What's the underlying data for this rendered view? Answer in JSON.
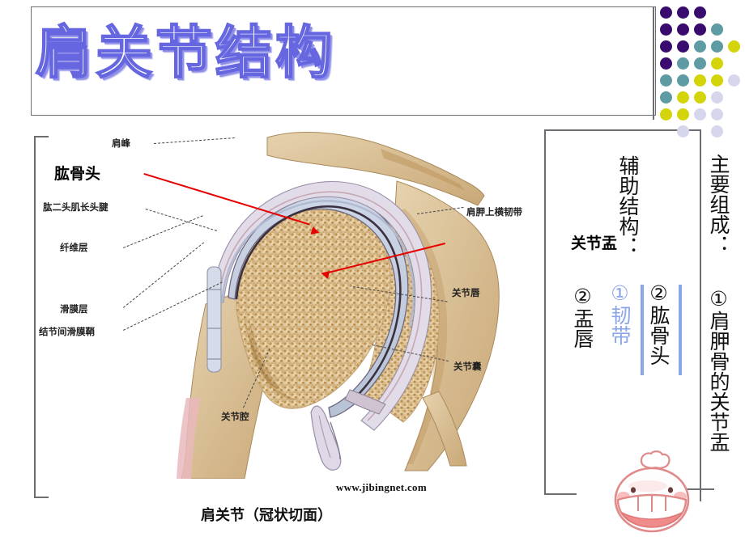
{
  "slide": {
    "title": "肩关节结构",
    "caption": "肩关节（冠状切面）",
    "watermark": "www.jibingnet.com"
  },
  "decoration": {
    "name": "dot-grid",
    "colors": {
      "purple": "#3a0b6e",
      "teal": "#5f9ba2",
      "yellow": "#d4d40a",
      "lavender": "#d6d6ec"
    },
    "rows": [
      [
        "purple",
        "purple",
        "purple",
        null,
        null
      ],
      [
        "purple",
        "purple",
        "purple",
        "teal",
        null
      ],
      [
        "purple",
        "purple",
        "teal",
        "teal",
        "yellow"
      ],
      [
        "purple",
        "teal",
        "teal",
        "yellow",
        null
      ],
      [
        "teal",
        "teal",
        "yellow",
        "yellow",
        "lavender"
      ],
      [
        "teal",
        "yellow",
        "yellow",
        "lavender",
        null
      ],
      [
        "yellow",
        "yellow",
        "lavender",
        "lavender",
        null
      ],
      [
        null,
        "lavender",
        null,
        "lavender",
        null
      ]
    ]
  },
  "figure": {
    "name": "shoulder-joint-coronal-section",
    "labels": [
      {
        "id": "acromion",
        "text": "肩峰",
        "style": "thin"
      },
      {
        "id": "humeral-head",
        "text": "肱骨头",
        "style": "bold-red-arrow"
      },
      {
        "id": "biceps-tendon",
        "text": "肱二头肌长头腱",
        "style": "thin"
      },
      {
        "id": "fibrous-layer",
        "text": "纤维层",
        "style": "thin"
      },
      {
        "id": "synovial-layer",
        "text": "滑膜层",
        "style": "thin"
      },
      {
        "id": "intertubercular-sheath",
        "text": "结节间滑膜鞘",
        "style": "thin"
      },
      {
        "id": "suprascapular-ligament",
        "text": "肩胛上横韧带",
        "style": "thin"
      },
      {
        "id": "glenoid",
        "text": "关节盂",
        "style": "bold-red-arrow"
      },
      {
        "id": "labrum",
        "text": "关节唇",
        "style": "thin"
      },
      {
        "id": "capsule",
        "text": "关节囊",
        "style": "thin"
      },
      {
        "id": "joint-cavity",
        "text": "关节腔",
        "style": "thin"
      }
    ]
  },
  "right_panel": {
    "main_components": {
      "heading": "主要组成：",
      "item_1": "①肩胛骨的关节盂",
      "item_2": "②肱骨头"
    },
    "auxiliary_structures": {
      "heading": "辅助结构：",
      "item_1": "①韧带",
      "item_2": "②盂唇",
      "item_1_color": "#8ba6e8"
    }
  },
  "mascot": {
    "name": "smiling-face-cartoon",
    "colors": {
      "outline": "#e08a8a",
      "blush": "#f4a0a0",
      "mouth": "#ef8b8b"
    }
  }
}
